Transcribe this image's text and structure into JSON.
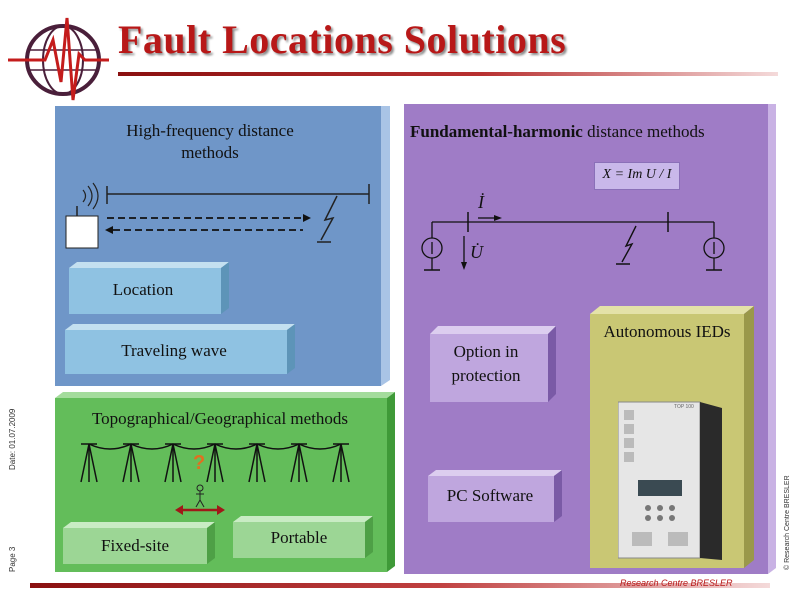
{
  "title": "Fault Locations Solutions",
  "side": {
    "date": "Date: 01.07.2009",
    "page": "Page 3",
    "copyright": "© Research Centre BRESLER"
  },
  "footer": "Research Centre BRESLER",
  "hf_panel": {
    "title": "High-frequency distance methods",
    "location": "Location",
    "traveling_wave": "Traveling wave"
  },
  "topo_panel": {
    "title": "Topographical/Geographical methods",
    "question_mark": "?",
    "fixed_site": "Fixed-site",
    "portable": "Portable"
  },
  "fh_panel": {
    "title_bold": "Fundamental-harmonic",
    "title_rest": " distance methods",
    "formula": "X = Im U / I",
    "current_symbol": "İ",
    "voltage_symbol": "U̇",
    "option": "Option in protection",
    "pc_software": "PC Software",
    "autonomous": "Autonomous IEDs",
    "device_brand": "TOP 100"
  },
  "colors": {
    "title": "#b81818",
    "hf_panel": "#6f96c8",
    "topo_panel": "#63bd5a",
    "fh_panel": "#9f7cc6",
    "ied_panel": "#c9c774"
  }
}
